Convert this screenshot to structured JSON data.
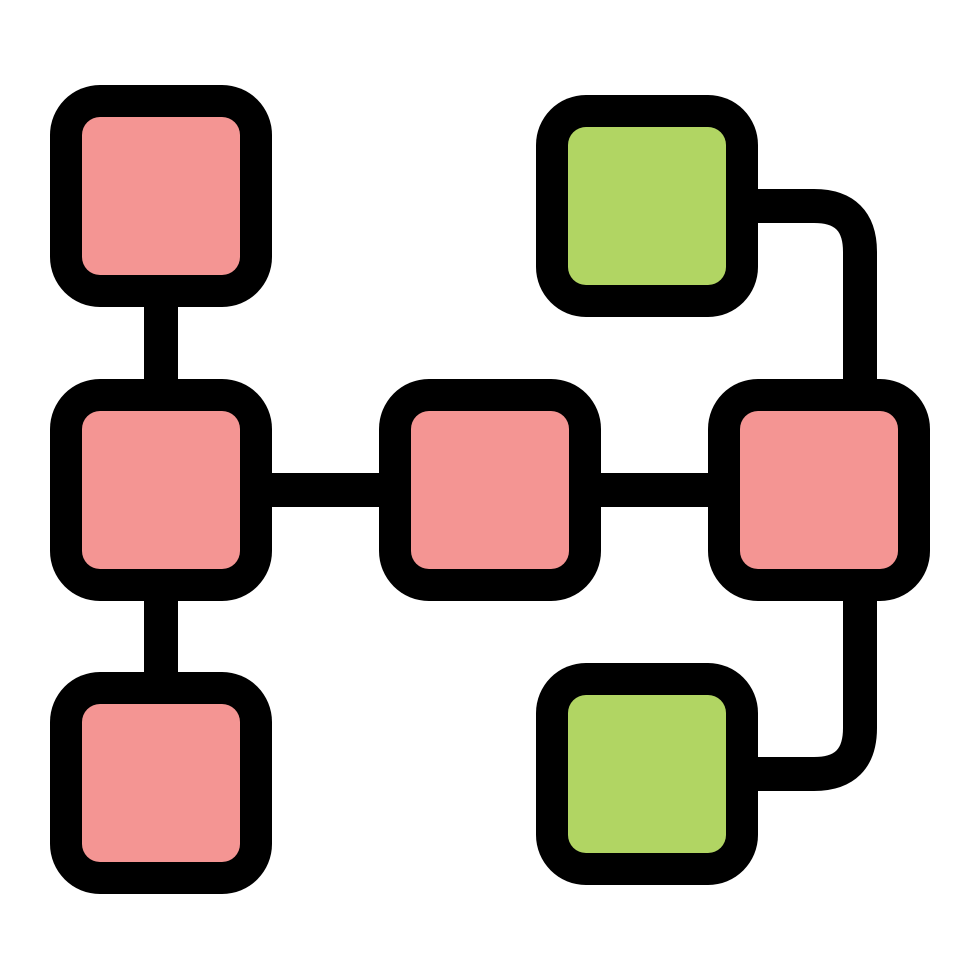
{
  "icon": {
    "name": "hierarchy-structure-icon",
    "stroke_color": "#000000",
    "background_color": "#ffffff"
  },
  "nodes": [
    {
      "id": "top-left",
      "fill": "#f49593"
    },
    {
      "id": "middle-left",
      "fill": "#f49593"
    },
    {
      "id": "bottom-left",
      "fill": "#f49593"
    },
    {
      "id": "center",
      "fill": "#f49593"
    },
    {
      "id": "middle-right",
      "fill": "#f49593"
    },
    {
      "id": "top-right",
      "fill": "#b1d563"
    },
    {
      "id": "bottom-right",
      "fill": "#b1d563"
    }
  ],
  "edges": [
    {
      "from": "top-left",
      "to": "middle-left"
    },
    {
      "from": "middle-left",
      "to": "bottom-left"
    },
    {
      "from": "middle-left",
      "to": "center"
    },
    {
      "from": "center",
      "to": "middle-right"
    },
    {
      "from": "middle-right",
      "to": "top-right"
    },
    {
      "from": "middle-right",
      "to": "bottom-right"
    }
  ]
}
